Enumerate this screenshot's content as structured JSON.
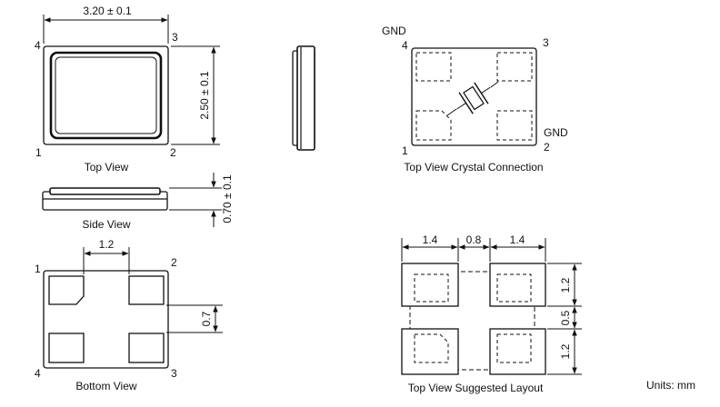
{
  "top_view": {
    "caption": "Top View",
    "width_dim": "3.20 ± 0.1",
    "height_dim": "2.50 ± 0.1",
    "pins": [
      "1",
      "2",
      "3",
      "4"
    ]
  },
  "side_view": {
    "caption": "Side View",
    "thickness_dim": "0.70 ± 0.1"
  },
  "bottom_view": {
    "caption": "Bottom View",
    "pad_gap_dim": "1.2",
    "pad_height_dim": "0.7",
    "pins": [
      "1",
      "2",
      "3",
      "4"
    ]
  },
  "crystal_view": {
    "caption": "Top View Crystal Connection",
    "pins": [
      "1",
      "2",
      "3",
      "4"
    ],
    "gnd_label_4": "GND",
    "gnd_label_2": "GND"
  },
  "layout_view": {
    "caption": "Top View Suggested Layout",
    "dim_pad_width_left": "1.4",
    "dim_gap": "0.8",
    "dim_pad_width_right": "1.4",
    "dim_pad_height_top": "1.2",
    "dim_vertical_gap": "0.5",
    "dim_pad_height_bottom": "1.2"
  },
  "units": "Units: mm"
}
